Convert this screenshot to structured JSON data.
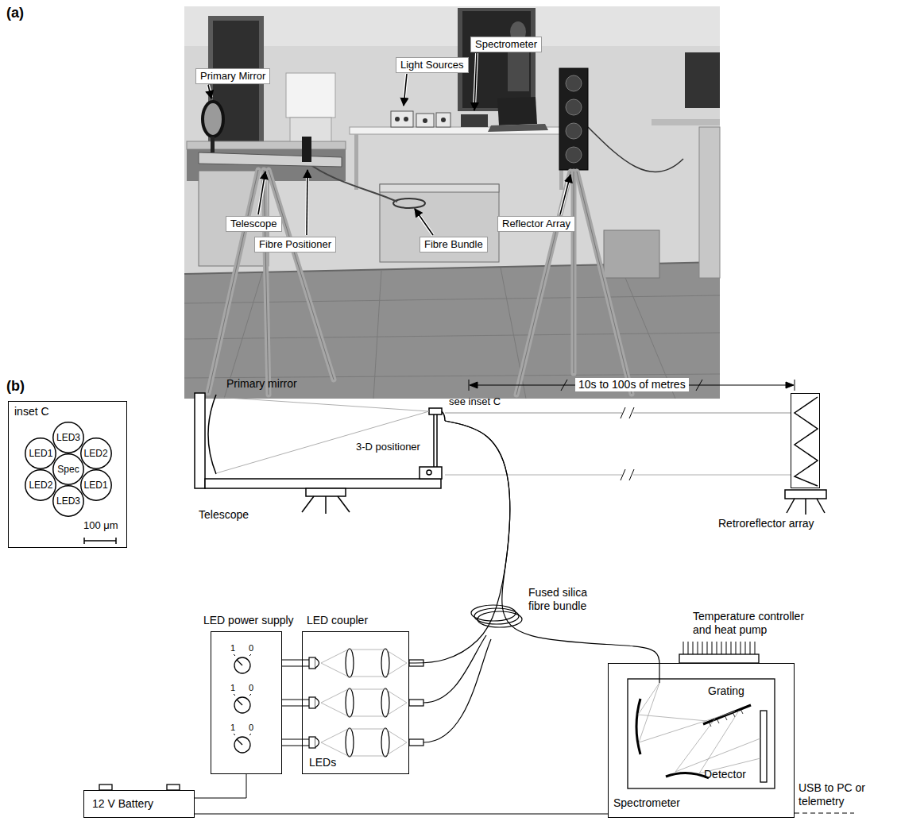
{
  "diagram": {
    "nodes": [
      {
        "text": [
          "Primary Mirror"
        ]
      },
      {
        "text": [
          "Light Sources"
        ]
      },
      {
        "text": [
          "Spectrometer"
        ]
      },
      {
        "text": [
          "Telescope"
        ]
      },
      {
        "text": [
          "Reflector Array"
        ]
      },
      {
        "text": [
          "Fibre Positioner"
        ]
      },
      {
        "text": [
          "Fibre Bundle"
        ]
      },
      {
        "text": [
          "inset C",
          "100 μm"
        ]
      },
      {
        "text": [
          "LED3"
        ],
        "in": 7
      },
      {
        "text": [
          "LED1"
        ],
        "in": 7
      },
      {
        "text": [
          "LED2"
        ],
        "in": 7
      },
      {
        "text": [
          "Spec"
        ],
        "in": 7
      },
      {
        "text": [
          "LED2"
        ],
        "in": 7
      },
      {
        "text": [
          "LED1"
        ],
        "in": 7
      },
      {
        "text": [
          "LED3"
        ],
        "in": 7
      },
      {
        "text": [
          "Primary mirror",
          "3-D positioner",
          "Telescope"
        ]
      },
      {
        "text": [
          "Retroreflector array"
        ]
      },
      {
        "text": [
          "LED power supply"
        ]
      },
      {
        "text": [
          "LED coupler",
          "LEDs"
        ]
      },
      {
        "text": [
          "Grating",
          "Detector",
          "Spectrometer"
        ]
      },
      {
        "text": [
          "12 V Battery"
        ]
      }
    ],
    "edges": [
      {
        "from": 15,
        "to": 16,
        "arrow": "none"
      },
      {
        "from": 17,
        "to": 18,
        "arrow": "none"
      },
      {
        "from": 18,
        "to": 15,
        "arrow": "none"
      },
      {
        "from": 15,
        "to": 19,
        "arrow": "none"
      },
      {
        "from": 20,
        "to": 17,
        "arrow": "none"
      },
      {
        "from": 20,
        "to": 19,
        "arrow": "none"
      }
    ],
    "labels": [
      "(a)",
      "(b)",
      "see inset C",
      "10s to 100s of metres",
      "Fused silica fibre bundle",
      "Temperature controller and heat pump",
      "USB to PC or telemetry",
      "1",
      "0",
      "1",
      "0",
      "1",
      "0"
    ]
  }
}
